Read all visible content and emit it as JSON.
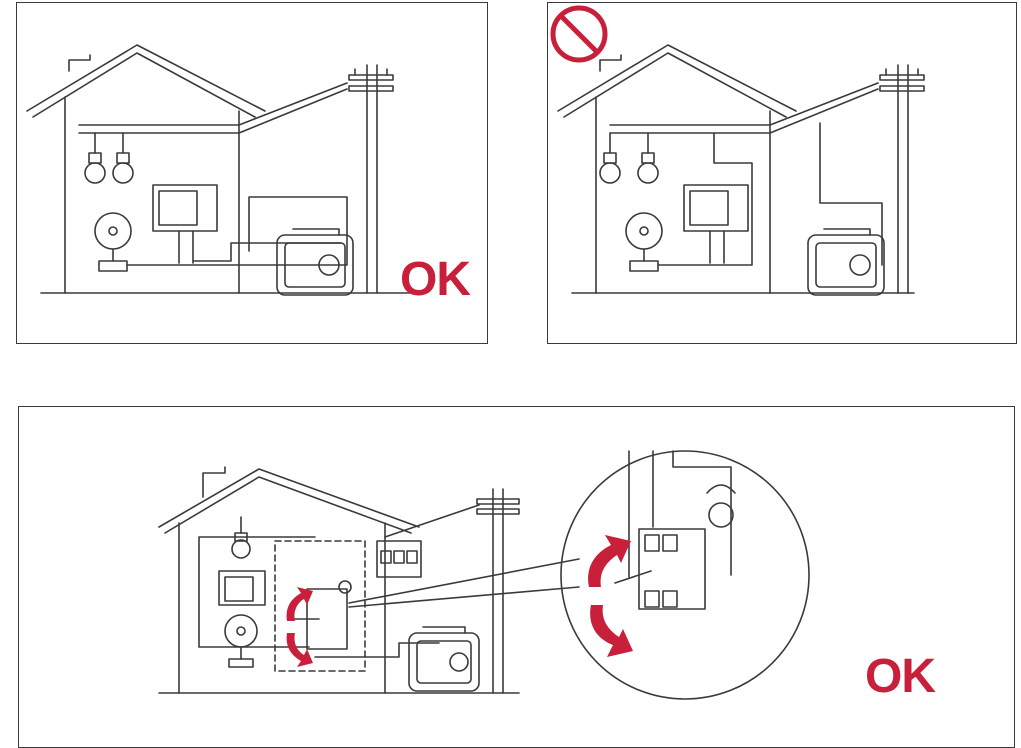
{
  "panels": [
    {
      "id": "direct-connection",
      "verdict_text": "OK",
      "verdict": "allowed"
    },
    {
      "id": "backfeed-connection",
      "verdict_text": "",
      "verdict": "prohibited",
      "verdict_icon": "no-entry-icon"
    },
    {
      "id": "transfer-switch-connection",
      "verdict_text": "OK",
      "verdict": "allowed"
    }
  ],
  "colors": {
    "accent": "#c8203a",
    "line": "#3a3a3a",
    "background": "#ffffff"
  }
}
